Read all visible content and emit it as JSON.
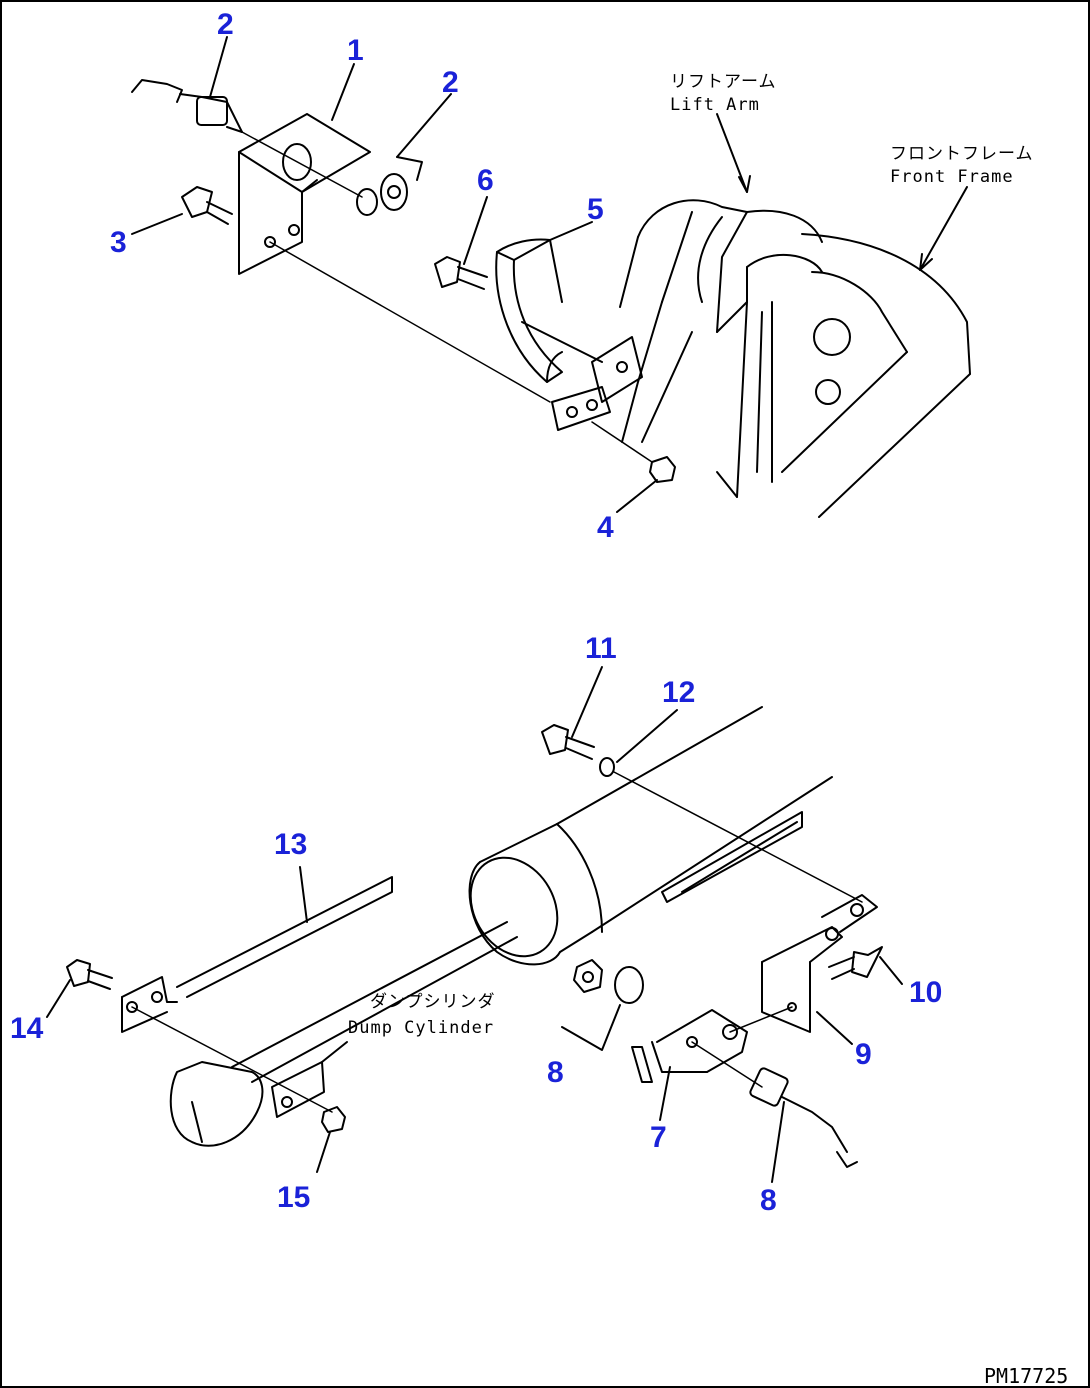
{
  "callouts": [
    {
      "id": "2a",
      "label": "2"
    },
    {
      "id": "1",
      "label": "1"
    },
    {
      "id": "2b",
      "label": "2"
    },
    {
      "id": "3",
      "label": "3"
    },
    {
      "id": "6",
      "label": "6"
    },
    {
      "id": "5",
      "label": "5"
    },
    {
      "id": "4",
      "label": "4"
    },
    {
      "id": "11",
      "label": "11"
    },
    {
      "id": "12",
      "label": "12"
    },
    {
      "id": "13",
      "label": "13"
    },
    {
      "id": "10",
      "label": "10"
    },
    {
      "id": "14",
      "label": "14"
    },
    {
      "id": "9",
      "label": "9"
    },
    {
      "id": "8a",
      "label": "8"
    },
    {
      "id": "7",
      "label": "7"
    },
    {
      "id": "15",
      "label": "15"
    },
    {
      "id": "8b",
      "label": "8"
    }
  ],
  "captions": {
    "lift_arm_jp": "リフトアーム",
    "lift_arm_en": "Lift Arm",
    "front_frame_jp": "フロントフレーム",
    "front_frame_en": "Front Frame",
    "dump_cyl_jp": "ダンプシリンダ",
    "dump_cyl_en": "Dump Cylinder"
  },
  "drawing_code": "PM17725",
  "colors": {
    "callout": "#1a22d8",
    "line": "#000000",
    "background": "#ffffff"
  }
}
